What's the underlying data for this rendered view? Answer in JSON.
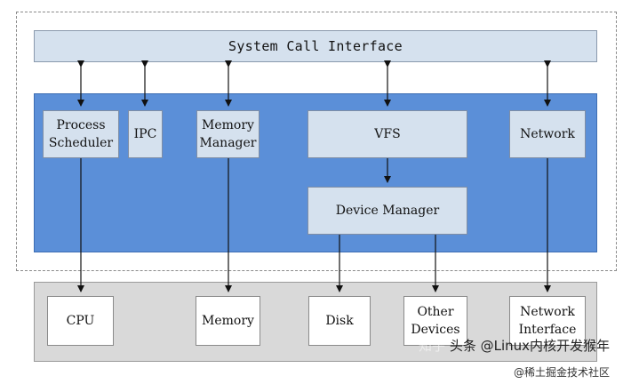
{
  "system_call_interface": "System Call Interface",
  "kernel_modules": {
    "process_scheduler": [
      "Process",
      "Scheduler"
    ],
    "ipc": "IPC",
    "memory_manager": [
      "Memory",
      "Manager"
    ],
    "vfs": "VFS",
    "network": "Network",
    "device_manager": "Device Manager"
  },
  "hardware": {
    "cpu": "CPU",
    "memory": "Memory",
    "disk": "Disk",
    "other_devices": [
      "Other",
      "Devices"
    ],
    "network_interface": [
      "Network",
      "Interface"
    ]
  },
  "watermark": {
    "line1_prefix": "头条 @Linux内核开发猴年",
    "line1_faint": "知乎",
    "line2": "@稀土掘金技术社区"
  },
  "colors": {
    "kernel_blue": "#5b8fd8",
    "module_fill": "#d5e1ee",
    "hardware_gray": "#d9d9d9"
  }
}
